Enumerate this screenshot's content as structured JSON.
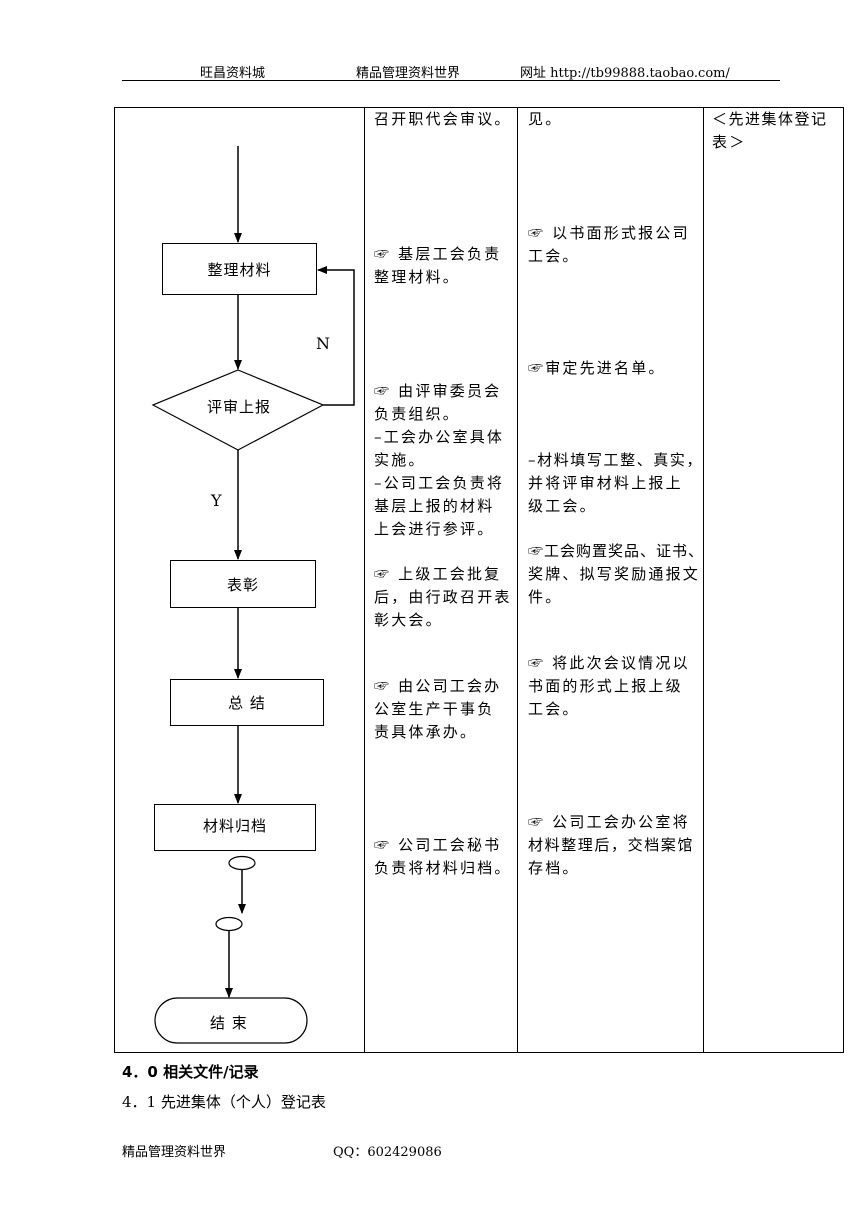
{
  "header": {
    "left": "旺昌资料城",
    "middle": "精品管理资料世界",
    "right": "网址   http://tb99888.taobao.com/"
  },
  "flow": {
    "step1": "整理材料",
    "decision": "评审上报",
    "label_n": "N",
    "label_y": "Y",
    "step2": "表彰",
    "step3": "总  结",
    "step4": "材料归档",
    "end": "结  束"
  },
  "col2": {
    "r0": "召开职代会审议。",
    "r1a": "☞ 基层工会负责",
    "r1b": "整理材料。",
    "r2a": "☞  由评审委员会",
    "r2b": "负责组织。",
    "r2c": "–工会办公室具体",
    "r2d": "实施。",
    "r2e": "–公司工会负责将",
    "r2f": "基层上报的材料",
    "r2g": "上会进行参评。",
    "r3a": "☞ 上级工会批复",
    "r3b": "后，由行政召开表",
    "r3c": "彰大会。",
    "r4a": "☞ 由公司工会办",
    "r4b": "公室生产干事负",
    "r4c": "责具体承办。",
    "r5a": "☞ 公司工会秘书",
    "r5b": "负责将材料归档。"
  },
  "col3": {
    "r0": "见。",
    "r1a": "☞ 以书面形式报公司",
    "r1b": "工会。",
    "r2": "☞审定先进名单。",
    "r3a": "–材料填写工整、真实，",
    "r3b": "并将评审材料上报上",
    "r3c": "级工会。",
    "r4a": "☞工会购置奖品、证书、",
    "r4b": "奖牌、拟写奖励通报文",
    "r4c": "件。",
    "r5a": "☞ 将此次会议情况以",
    "r5b": "书面的形式上报上级",
    "r5c": "工会。",
    "r6a": "☞ 公司工会办公室将",
    "r6b": "材料整理后，交档案馆",
    "r6c": "存档。"
  },
  "col4": {
    "a": "＜先进集体登记",
    "b": "表＞"
  },
  "section": {
    "title": "4．0 相关文件/记录",
    "item": "4．1 先进集体（个人）登记表"
  },
  "footer": {
    "left": "精品管理资料世界",
    "right": "QQ：602429086"
  }
}
